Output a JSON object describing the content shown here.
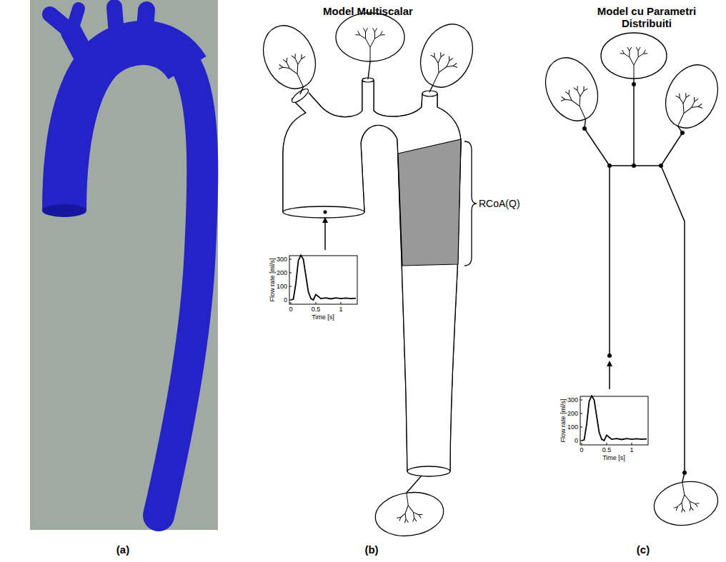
{
  "diagram": {
    "labels": [
      "(a)",
      "Model Multiscalar",
      "RCoA(Q)",
      "Flow rate [ml/s]",
      "300",
      "200",
      "100",
      "0",
      "0",
      "0.5",
      "1",
      "Time [s]",
      "(b)",
      "Model cu Parametri Distribuiti",
      "Flow rate [ml/s]",
      "300",
      "200",
      "100",
      "0",
      "0",
      "0.5",
      "1",
      "Time [s]",
      "(c)"
    ]
  }
}
